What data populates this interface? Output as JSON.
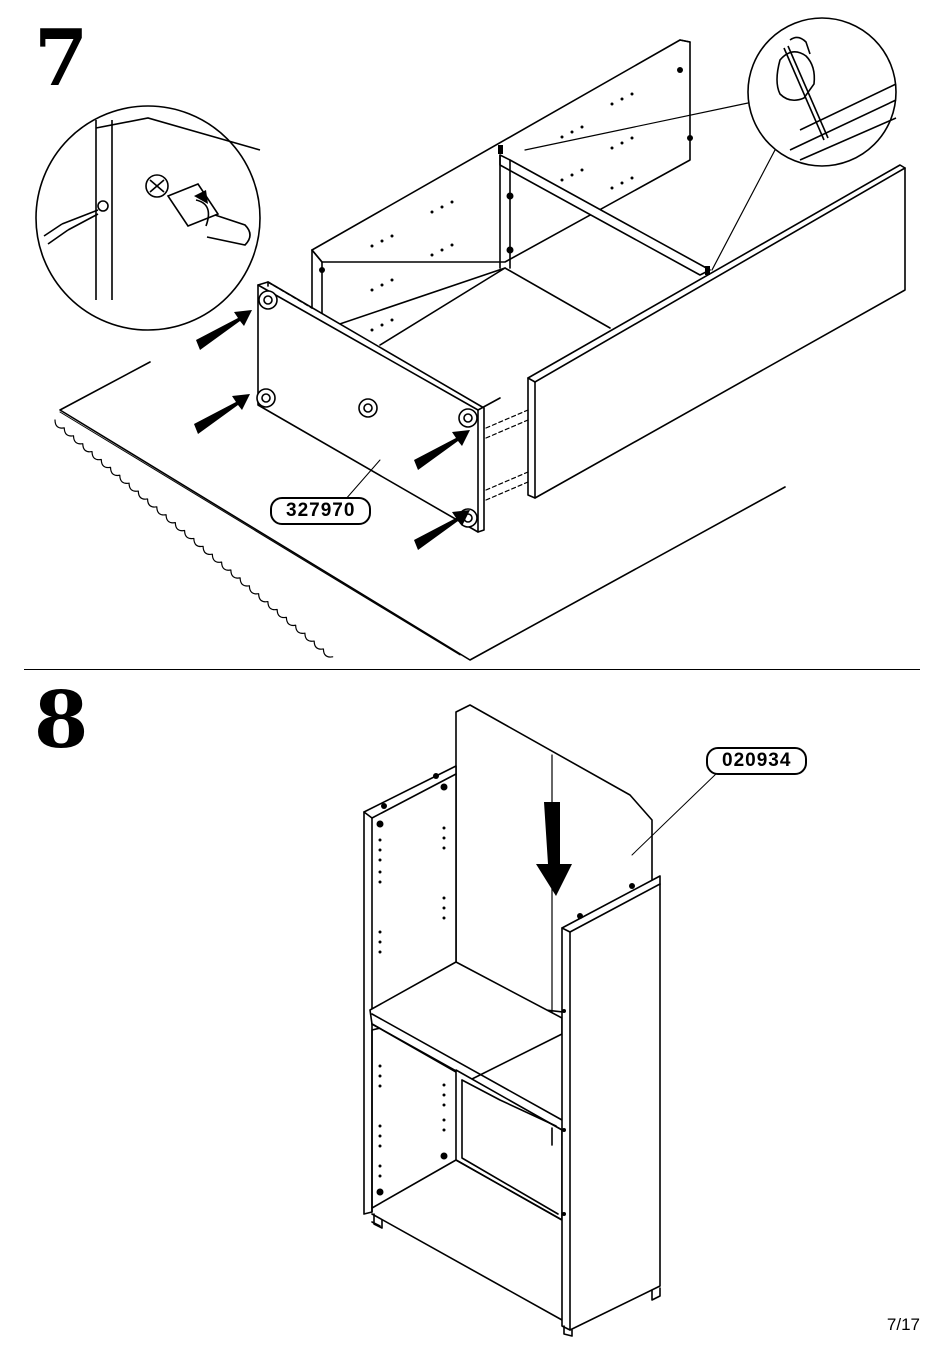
{
  "steps": [
    {
      "number": "7",
      "part_label": "327970"
    },
    {
      "number": "8",
      "part_label": "020934"
    }
  ],
  "page": {
    "number": "7/17"
  },
  "colors": {
    "ink": "#000000",
    "paper": "#ffffff"
  },
  "icons": {
    "insert_arrow": "arrow-icon",
    "down_arrow": "arrow-down-icon",
    "hand_tool": "hand-with-awl-icon",
    "dowel_fitting": "dowel-icon"
  }
}
